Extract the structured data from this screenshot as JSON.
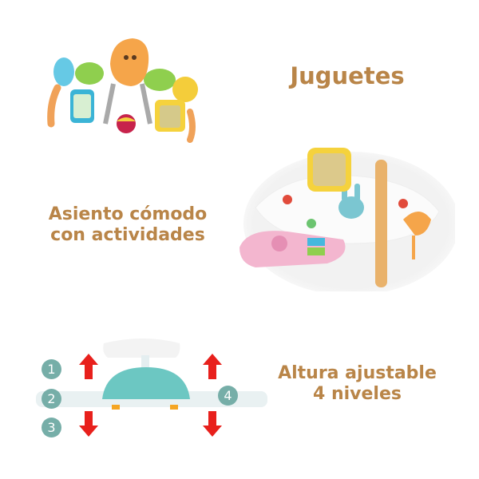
{
  "labels": {
    "toys": "Juguetes",
    "seat_line1": "Asiento cómodo",
    "seat_line2": "con actividades",
    "height_line1": "Altura ajustable",
    "height_line2": "4 niveles"
  },
  "height_levels": [
    "1",
    "2",
    "3",
    "4"
  ],
  "colors": {
    "text": "#b98548",
    "level_badge": "#76aea8",
    "arrow": "#e8201c",
    "seat_base": "#6cc7c2"
  }
}
